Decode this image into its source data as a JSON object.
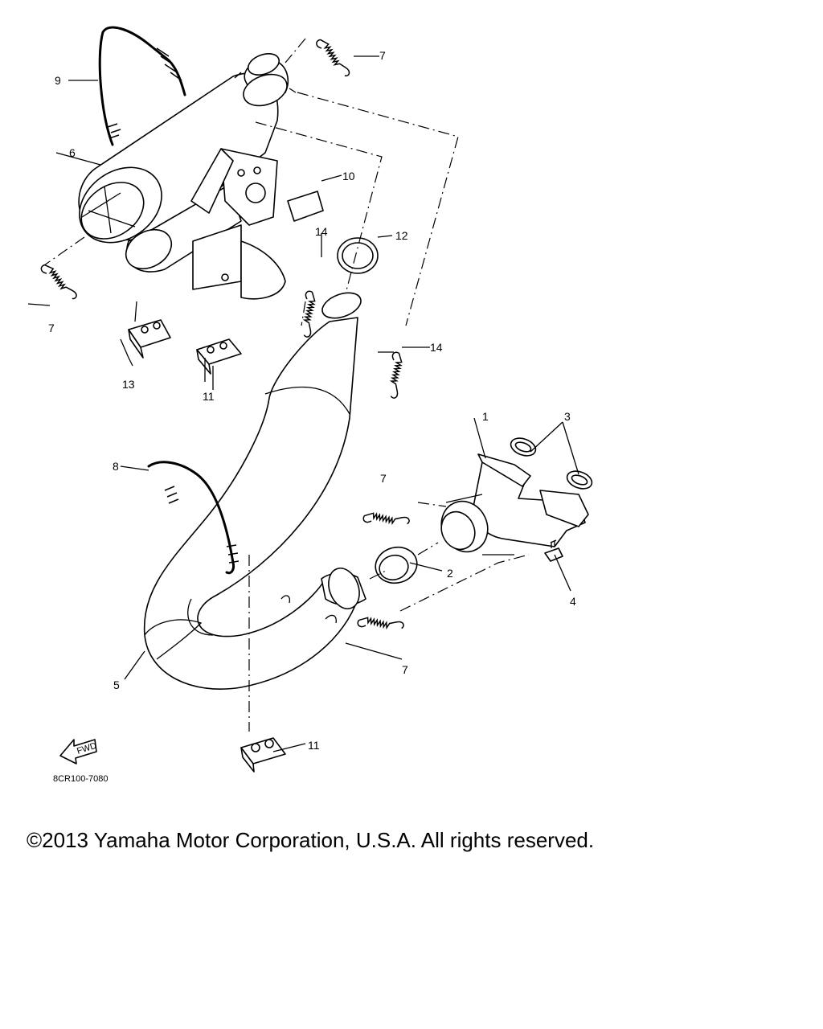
{
  "diagram": {
    "callouts": {
      "c1": "1",
      "c2": "2",
      "c3": "3",
      "c4": "4",
      "c5": "5",
      "c6": "6",
      "c7a": "7",
      "c7b": "7",
      "c7c": "7",
      "c7d": "7",
      "c8": "8",
      "c9": "9",
      "c10": "10",
      "c11a": "11",
      "c11b": "11",
      "c12": "12",
      "c13": "13",
      "c14a": "14",
      "c14b": "14"
    },
    "fwd_label": "FWD",
    "drawing_code": "8CR100-7080"
  },
  "footer": {
    "copyright": "©2013 Yamaha Motor Corporation, U.S.A. All rights reserved."
  }
}
